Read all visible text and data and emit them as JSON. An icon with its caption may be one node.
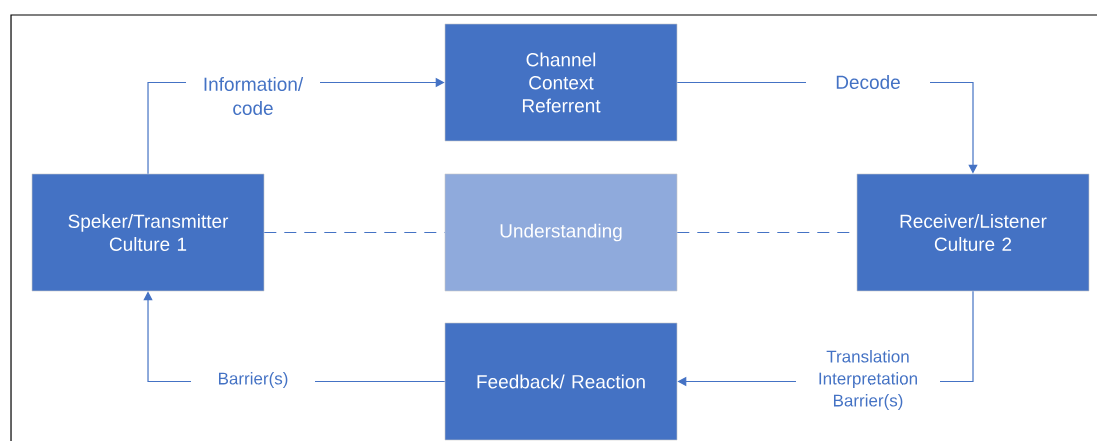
{
  "diagram": {
    "nodes": [
      {
        "text": [
          "Speker/Transmitter Culture 1"
        ]
      },
      {
        "text": [
          "Channel Context Referrent"
        ]
      },
      {
        "text": [
          "Understanding"
        ]
      },
      {
        "text": [
          "Receiver/Listener Culture 2"
        ]
      },
      {
        "text": [
          "Feedback/ Reaction"
        ]
      }
    ],
    "edges": [
      {
        "from": 0,
        "to": 1,
        "arrow": "to",
        "label": "Information/ code"
      },
      {
        "from": 1,
        "to": 3,
        "arrow": "to",
        "label": "Decode"
      },
      {
        "from": 3,
        "to": 4,
        "arrow": "to",
        "label": "Translation Interpretation Barrier(s)"
      },
      {
        "from": 4,
        "to": 0,
        "arrow": "to",
        "label": "Barrier(s)"
      },
      {
        "from": 0,
        "to": 2,
        "arrow": "none",
        "style": "dashed"
      },
      {
        "from": 2,
        "to": 3,
        "arrow": "none",
        "style": "dashed"
      }
    ]
  }
}
